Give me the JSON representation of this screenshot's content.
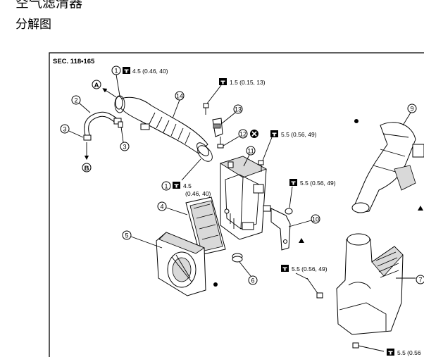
{
  "header": {
    "title": "空气滤清器",
    "subtitle": "分解图"
  },
  "diagram": {
    "section": "SEC. 118•165",
    "callouts": [
      {
        "id": "1a",
        "num": "1"
      },
      {
        "id": "1b",
        "num": "1"
      },
      {
        "id": "2",
        "num": "2"
      },
      {
        "id": "3a",
        "num": "3"
      },
      {
        "id": "3b",
        "num": "3"
      },
      {
        "id": "4",
        "num": "4"
      },
      {
        "id": "5",
        "num": "5"
      },
      {
        "id": "6",
        "num": "6"
      },
      {
        "id": "7",
        "num": "7"
      },
      {
        "id": "9",
        "num": "9"
      },
      {
        "id": "10",
        "num": "10"
      },
      {
        "id": "11",
        "num": "11"
      },
      {
        "id": "12",
        "num": "12"
      },
      {
        "id": "13",
        "num": "13"
      },
      {
        "id": "14",
        "num": "14"
      }
    ],
    "letters": {
      "a": "A",
      "b": "B"
    },
    "torques": {
      "t1": "4.5 (0.46, 40)",
      "t2": "1.5 (0.15, 13)",
      "t3": "5.5 (0.56, 49)",
      "t4": "5.5 (0.56, 49)",
      "t5a": "4.5",
      "t5b": "(0.46, 40)",
      "t6": "5.5 (0.56, 49)",
      "t7": "5.5 (0.56"
    },
    "icons": {
      "torque": "torque-wrench-icon",
      "no_reuse": "do-not-reuse-icon"
    }
  }
}
